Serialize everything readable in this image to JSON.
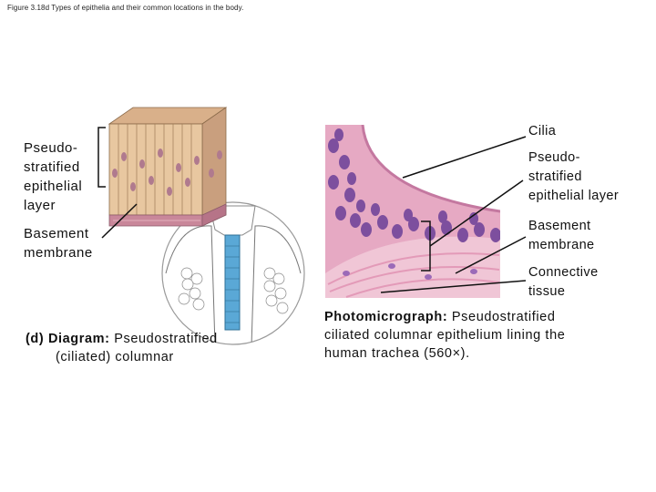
{
  "caption": "Figure 3.18d Types of epithelia and their common locations in the body.",
  "diagram": {
    "label_pseudostratified": [
      "Pseudo-",
      "stratified",
      "epithelial",
      "layer"
    ],
    "label_basement": [
      "Basement",
      "membrane"
    ],
    "caption_prefix": "(d) Diagram:",
    "caption_rest_line1": "Pseudostratified",
    "caption_line2": "(ciliated) columnar"
  },
  "photo": {
    "label_cilia": "Cilia",
    "label_pseudostratified": [
      "Pseudo-",
      "stratified",
      "epithelial layer"
    ],
    "label_basement": [
      "Basement",
      "membrane"
    ],
    "label_connective": [
      "Connective",
      "tissue"
    ],
    "caption_prefix": "Photomicrograph:",
    "caption_rest_line1": "Pseudostratified",
    "caption_line2": "ciliated columnar epithelium lining the",
    "caption_line3": "human trachea (560×)."
  },
  "colors": {
    "tissue_tan": "#e8c7a0",
    "tissue_pink": "#c9879a",
    "trachea_blue": "#5aa8d6",
    "photo_bg": "#e6a9c3",
    "nucleus_purple": "#7d4f9e"
  }
}
